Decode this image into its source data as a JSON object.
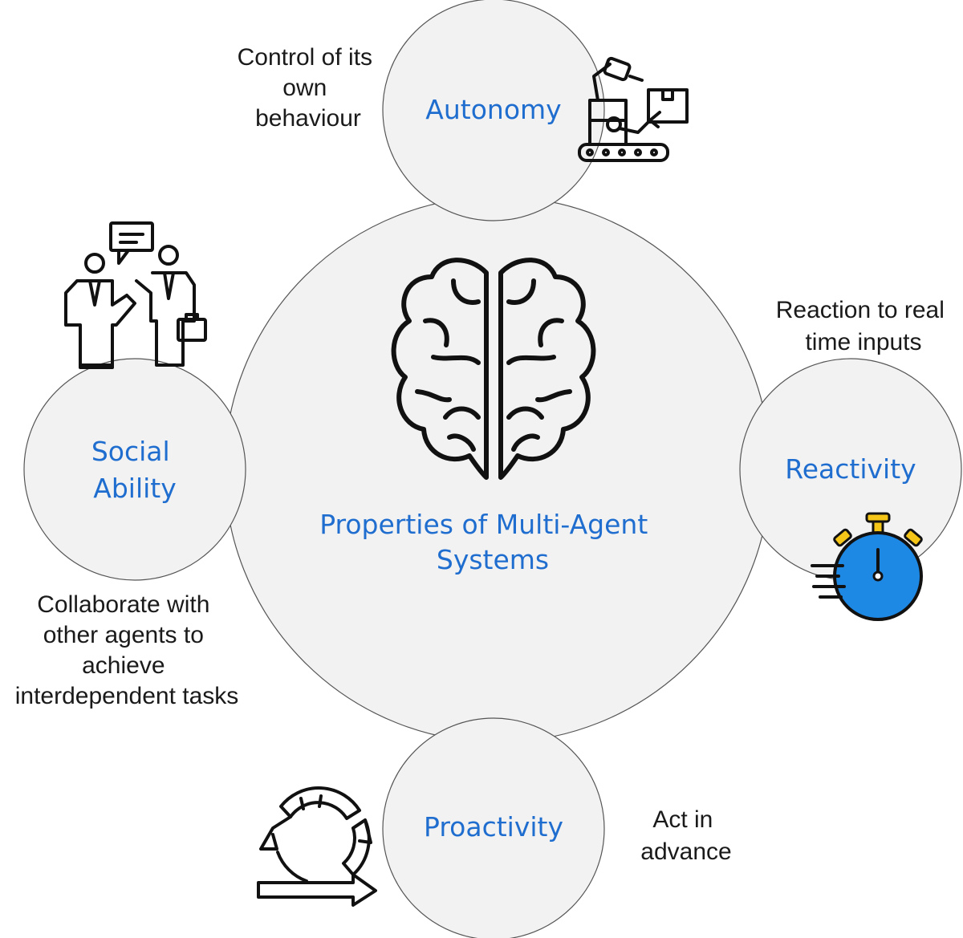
{
  "center": {
    "label_lines": [
      "Properties of Multi-Agent",
      "Systems"
    ],
    "icon": "brain-icon"
  },
  "nodes": {
    "autonomy": {
      "label_lines": [
        "Autonomy"
      ],
      "description_lines": [
        "Control of its",
        "own",
        "behaviour"
      ],
      "icon": "robot-arm-icon"
    },
    "social": {
      "label_lines": [
        "Social",
        "Ability"
      ],
      "description_lines": [
        "Collaborate with",
        "other agents to",
        "achieve",
        "interdependent tasks"
      ],
      "icon": "business-people-talking-icon"
    },
    "reactivity": {
      "label_lines": [
        "Reactivity"
      ],
      "description_lines": [
        "Reaction to real",
        "time inputs"
      ],
      "icon": "stopwatch-icon"
    },
    "proactivity": {
      "label_lines": [
        "Proactivity"
      ],
      "description_lines": [
        "Act in",
        "advance"
      ],
      "icon": "cycle-arrows-icon"
    }
  },
  "colors": {
    "label": "#1f6ecf",
    "circle_fill": "#f2f2f2",
    "circle_stroke": "#555555",
    "stopwatch_body": "#1e88e5",
    "stopwatch_accent": "#f5c518"
  }
}
